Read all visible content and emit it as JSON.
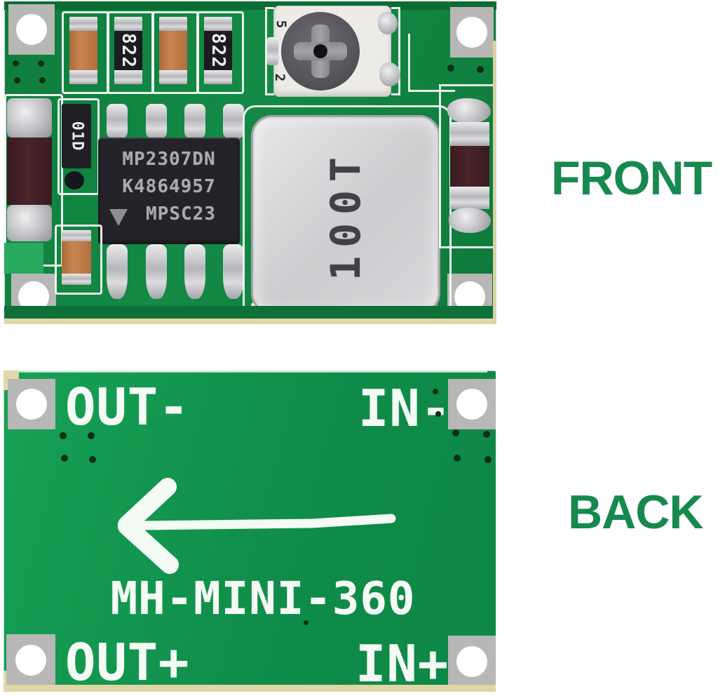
{
  "scene": {
    "front_caption": "FRONT",
    "back_caption": "BACK",
    "caption_color": "#17894F",
    "background": "#FFFFFF"
  },
  "front_board": {
    "pcb_color": "#0E7C3C",
    "silkscreen_color": "#F8FCF8",
    "board_edge_color": "#E0D8A9",
    "ic": {
      "line1": "MP2307DN",
      "line2": "K4864957",
      "line3": "MPSC23"
    },
    "inductor_marking": "100T",
    "resistor_markings": [
      "822",
      "822"
    ],
    "diode_marking": "01D",
    "trimpot_markings": [
      "5",
      "2"
    ]
  },
  "back_board": {
    "pcb_color": "#11914D",
    "labels": {
      "out_minus": "OUT-",
      "in_minus": "IN-",
      "out_plus": "OUT+",
      "in_plus": "IN+",
      "model": "MH-MINI-360"
    }
  }
}
